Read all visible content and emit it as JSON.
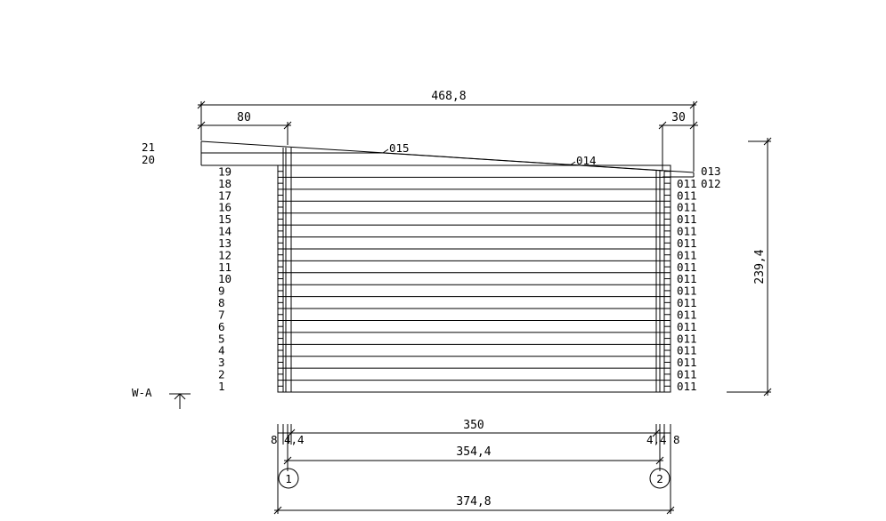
{
  "drawing": {
    "dimensions": {
      "overall_roof_width": "468,8",
      "left_overhang": "80",
      "right_overhang": "30",
      "height": "239,4",
      "span_inner": "350",
      "axis_to_axis": "354,4",
      "overall_base": "374,8",
      "left_post_offset": "4,4",
      "left_wall_thickness": "8",
      "right_post_offset": "4,4",
      "right_wall_thickness": "8"
    },
    "roof_labels": {
      "top_left_1": "21",
      "top_left_2": "20",
      "rafter_left": "015",
      "rafter_right": "014",
      "eave_right_1": "013",
      "eave_right_2": "012"
    },
    "log_rows": [
      "19",
      "18",
      "17",
      "16",
      "15",
      "14",
      "13",
      "12",
      "11",
      "10",
      "9",
      "8",
      "7",
      "6",
      "5",
      "4",
      "3",
      "2",
      "1"
    ],
    "right_log_labels": [
      "011",
      "011",
      "011",
      "011",
      "011",
      "011",
      "011",
      "011",
      "011",
      "011",
      "011",
      "011",
      "011",
      "011",
      "011",
      "011",
      "011",
      "011"
    ],
    "section_marker": "W-A",
    "axes": {
      "left": "1",
      "right": "2"
    }
  }
}
